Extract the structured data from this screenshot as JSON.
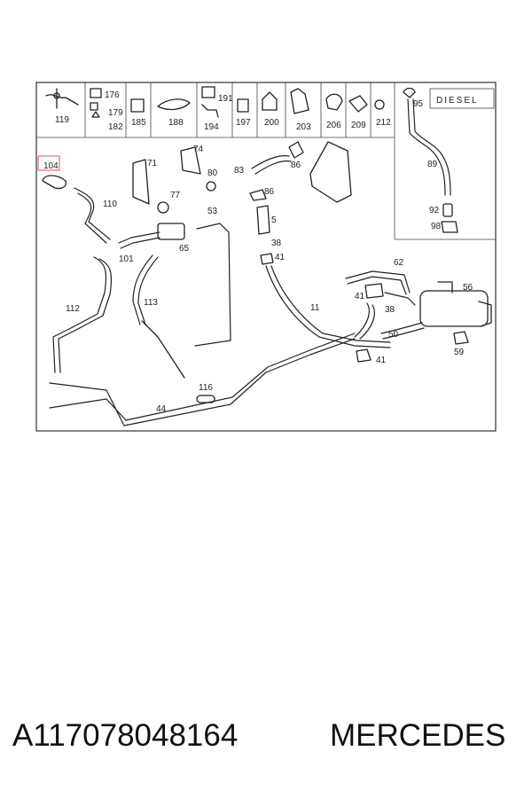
{
  "diagram": {
    "header_labels": [
      "119",
      "176",
      "179",
      "182",
      "185",
      "188",
      "191",
      "194",
      "197",
      "200",
      "203",
      "206",
      "209",
      "212"
    ],
    "inset": {
      "title": "DIESEL",
      "labels": [
        "95",
        "89",
        "92",
        "98"
      ]
    },
    "callouts": [
      "104",
      "110",
      "101",
      "71",
      "74",
      "77",
      "80",
      "65",
      "53",
      "83",
      "86",
      "86",
      "5",
      "38",
      "41",
      "112",
      "113",
      "116",
      "44",
      "11",
      "62",
      "41",
      "38",
      "56",
      "50",
      "41",
      "59"
    ],
    "highlighted_callout": "104",
    "highlight_color": "#e0707a"
  },
  "caption": {
    "part_number": "A117078048164",
    "brand": "MERCEDES"
  }
}
